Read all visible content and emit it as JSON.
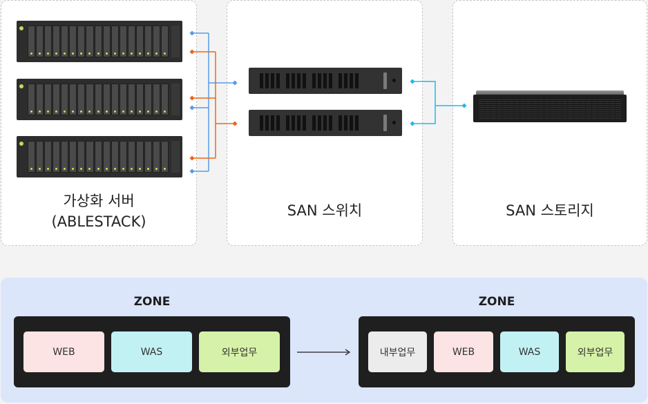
{
  "panels": {
    "servers": {
      "label_line1": "가상화 서버",
      "label_line2": "(ABLESTACK)"
    },
    "switches": {
      "label": "SAN 스위치"
    },
    "storage": {
      "label": "SAN 스토리지"
    }
  },
  "colors": {
    "link_blue": "#5a9ae6",
    "link_orange": "#f06418",
    "link_cyan": "#22b8ee",
    "zone_background": "#dbe6fb",
    "web": "#fce4e4",
    "was": "#c2f1f4",
    "external": "#d6f2a8",
    "internal": "#ececec"
  },
  "zones": [
    {
      "title": "ZONE",
      "items": [
        {
          "label": "WEB",
          "color": "#fce4e4"
        },
        {
          "label": "WAS",
          "color": "#c2f1f4"
        },
        {
          "label": "외부업무",
          "color": "#d6f2a8"
        }
      ]
    },
    {
      "title": "ZONE",
      "items": [
        {
          "label": "내부업무",
          "color": "#ececec"
        },
        {
          "label": "WEB",
          "color": "#fce4e4"
        },
        {
          "label": "WAS",
          "color": "#c2f1f4"
        },
        {
          "label": "외부업무",
          "color": "#d6f2a8"
        }
      ]
    }
  ]
}
